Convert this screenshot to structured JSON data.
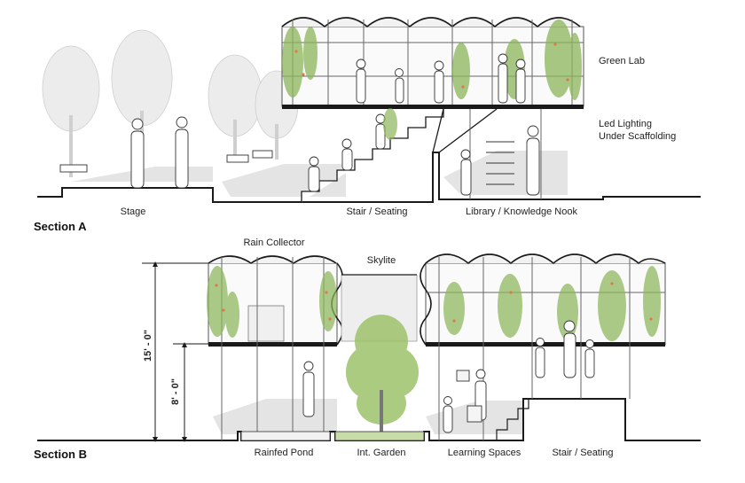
{
  "section_a": {
    "title": "Section A",
    "labels": {
      "stage": "Stage",
      "stair_seating": "Stair / Seating",
      "library": "Library / Knowledge Nook",
      "green_lab": "Green Lab",
      "led_line1": "Led Lighting",
      "led_line2": "Under Scaffolding"
    }
  },
  "section_b": {
    "title": "Section B",
    "labels": {
      "rain_collector": "Rain Collector",
      "skylite": "Skylite",
      "rainfed_pond": "Rainfed Pond",
      "int_garden": "Int. Garden",
      "learning_spaces": "Learning Spaces",
      "stair_seating": "Stair / Seating"
    },
    "dimensions": {
      "overall_height": "15' - 0\"",
      "floor_height": "8' - 0\""
    }
  },
  "colors": {
    "line": "#1a1a1a",
    "structure": "#555555",
    "foliage": "#8cb55a",
    "flower": "#e07a4a",
    "shadow": "#d9d9d9",
    "tree": "#e3e3e3",
    "canopy": "#f2f2f2"
  }
}
